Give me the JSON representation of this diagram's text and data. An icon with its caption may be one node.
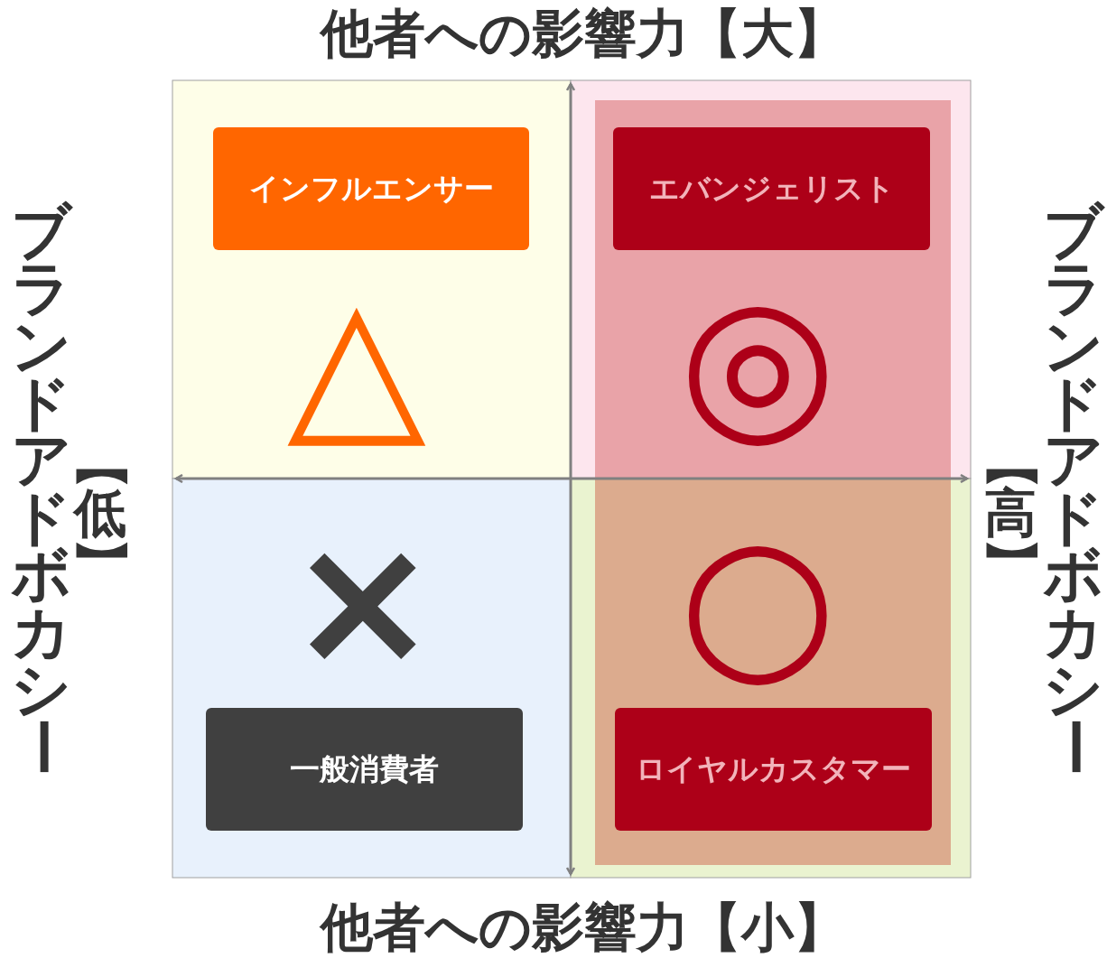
{
  "diagram": {
    "nodes": [
      {
        "text": [
          "インフルエンサー"
        ]
      },
      {
        "text": [
          "エバンジェリスト"
        ]
      },
      {
        "text": [
          "一般消費者"
        ]
      },
      {
        "text": [
          "ロイヤルカスタマー"
        ]
      }
    ],
    "labels": [
      "他者への影響力【大】",
      "ブランドアドボカシー",
      "【低】",
      "△",
      "◎",
      "ブランドアドボカシー",
      "【高】",
      "×",
      "○",
      "他者への影響力【小】"
    ]
  }
}
